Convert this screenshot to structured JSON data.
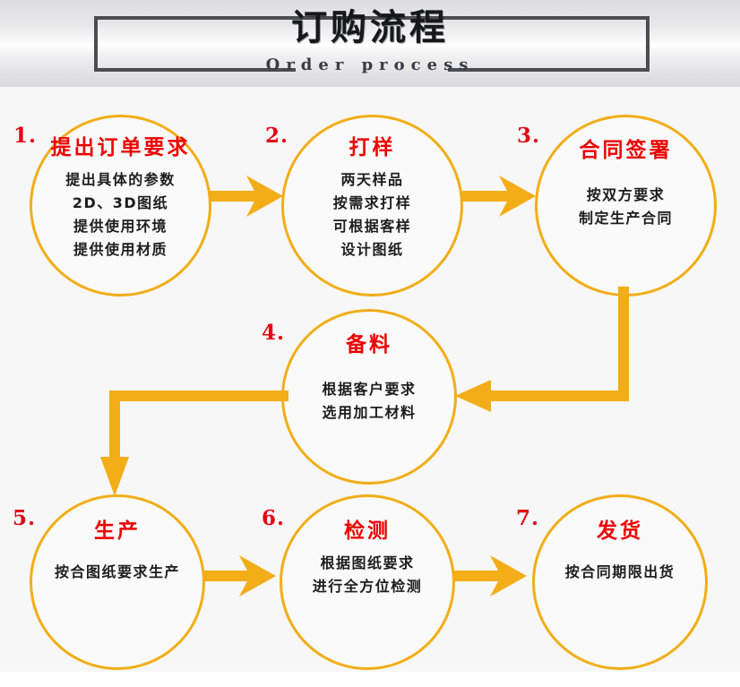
{
  "header": {
    "title_cn": "订购流程",
    "title_en": "Order process"
  },
  "colors": {
    "accent_orange": "#f2ad17",
    "title_red": "#ec0000",
    "number_red": "#e60012",
    "body_text": "#1d1d1d",
    "frame_gray": "#4a4d52",
    "page_bg": "#f7f7f7"
  },
  "flow": {
    "nodes": [
      {
        "number": "1.",
        "title": "提出订单要求",
        "lines": [
          "提出具体的参数",
          "2D、3D图纸",
          "提供使用环境",
          "提供使用材质"
        ]
      },
      {
        "number": "2.",
        "title": "打样",
        "lines": [
          "两天样品",
          "按需求打样",
          "可根据客样",
          "设计图纸"
        ]
      },
      {
        "number": "3.",
        "title": "合同签署",
        "lines": [
          "按双方要求",
          "制定生产合同"
        ]
      },
      {
        "number": "4.",
        "title": "备料",
        "lines": [
          "根据客户要求",
          "选用加工材料"
        ]
      },
      {
        "number": "5.",
        "title": "生产",
        "lines": [
          "按合图纸要求生产"
        ]
      },
      {
        "number": "6.",
        "title": "检测",
        "lines": [
          "根据图纸要求",
          "进行全方位检测"
        ]
      },
      {
        "number": "7.",
        "title": "发货",
        "lines": [
          "按合同期限出货"
        ]
      }
    ],
    "connectors": [
      {
        "name": "arrow-1-to-2",
        "direction": "right"
      },
      {
        "name": "arrow-2-to-3",
        "direction": "right"
      },
      {
        "name": "arrow-3-to-4",
        "direction": "down-then-left"
      },
      {
        "name": "arrow-4-to-5",
        "direction": "left-then-down"
      },
      {
        "name": "arrow-5-to-6",
        "direction": "right"
      },
      {
        "name": "arrow-6-to-7",
        "direction": "right"
      }
    ]
  }
}
